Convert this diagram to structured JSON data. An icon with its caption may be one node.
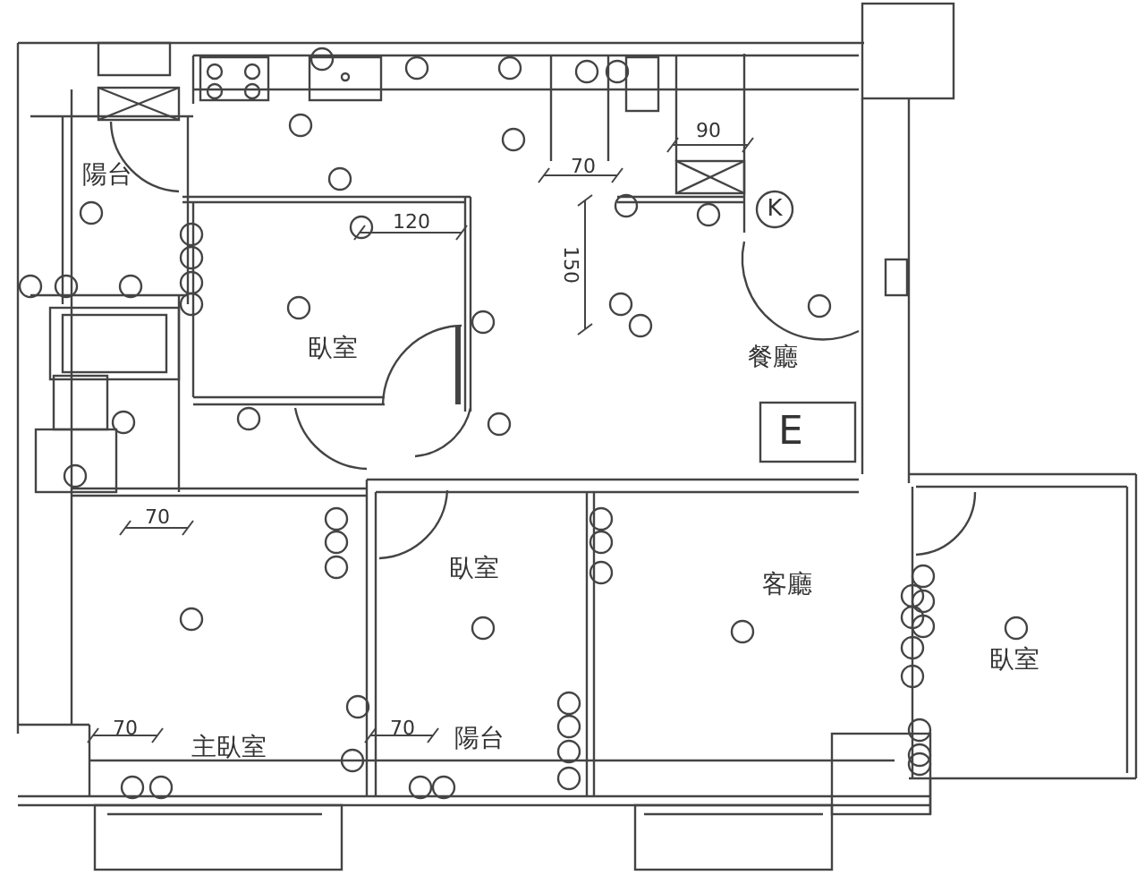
{
  "diagram": {
    "labels": [
      "陽台",
      "120",
      "70",
      "90",
      "150",
      "K",
      "臥室",
      "餐廳",
      "E",
      "70",
      "臥室",
      "客廳",
      "臥室",
      "70",
      "主臥室",
      "70",
      "陽台"
    ]
  }
}
